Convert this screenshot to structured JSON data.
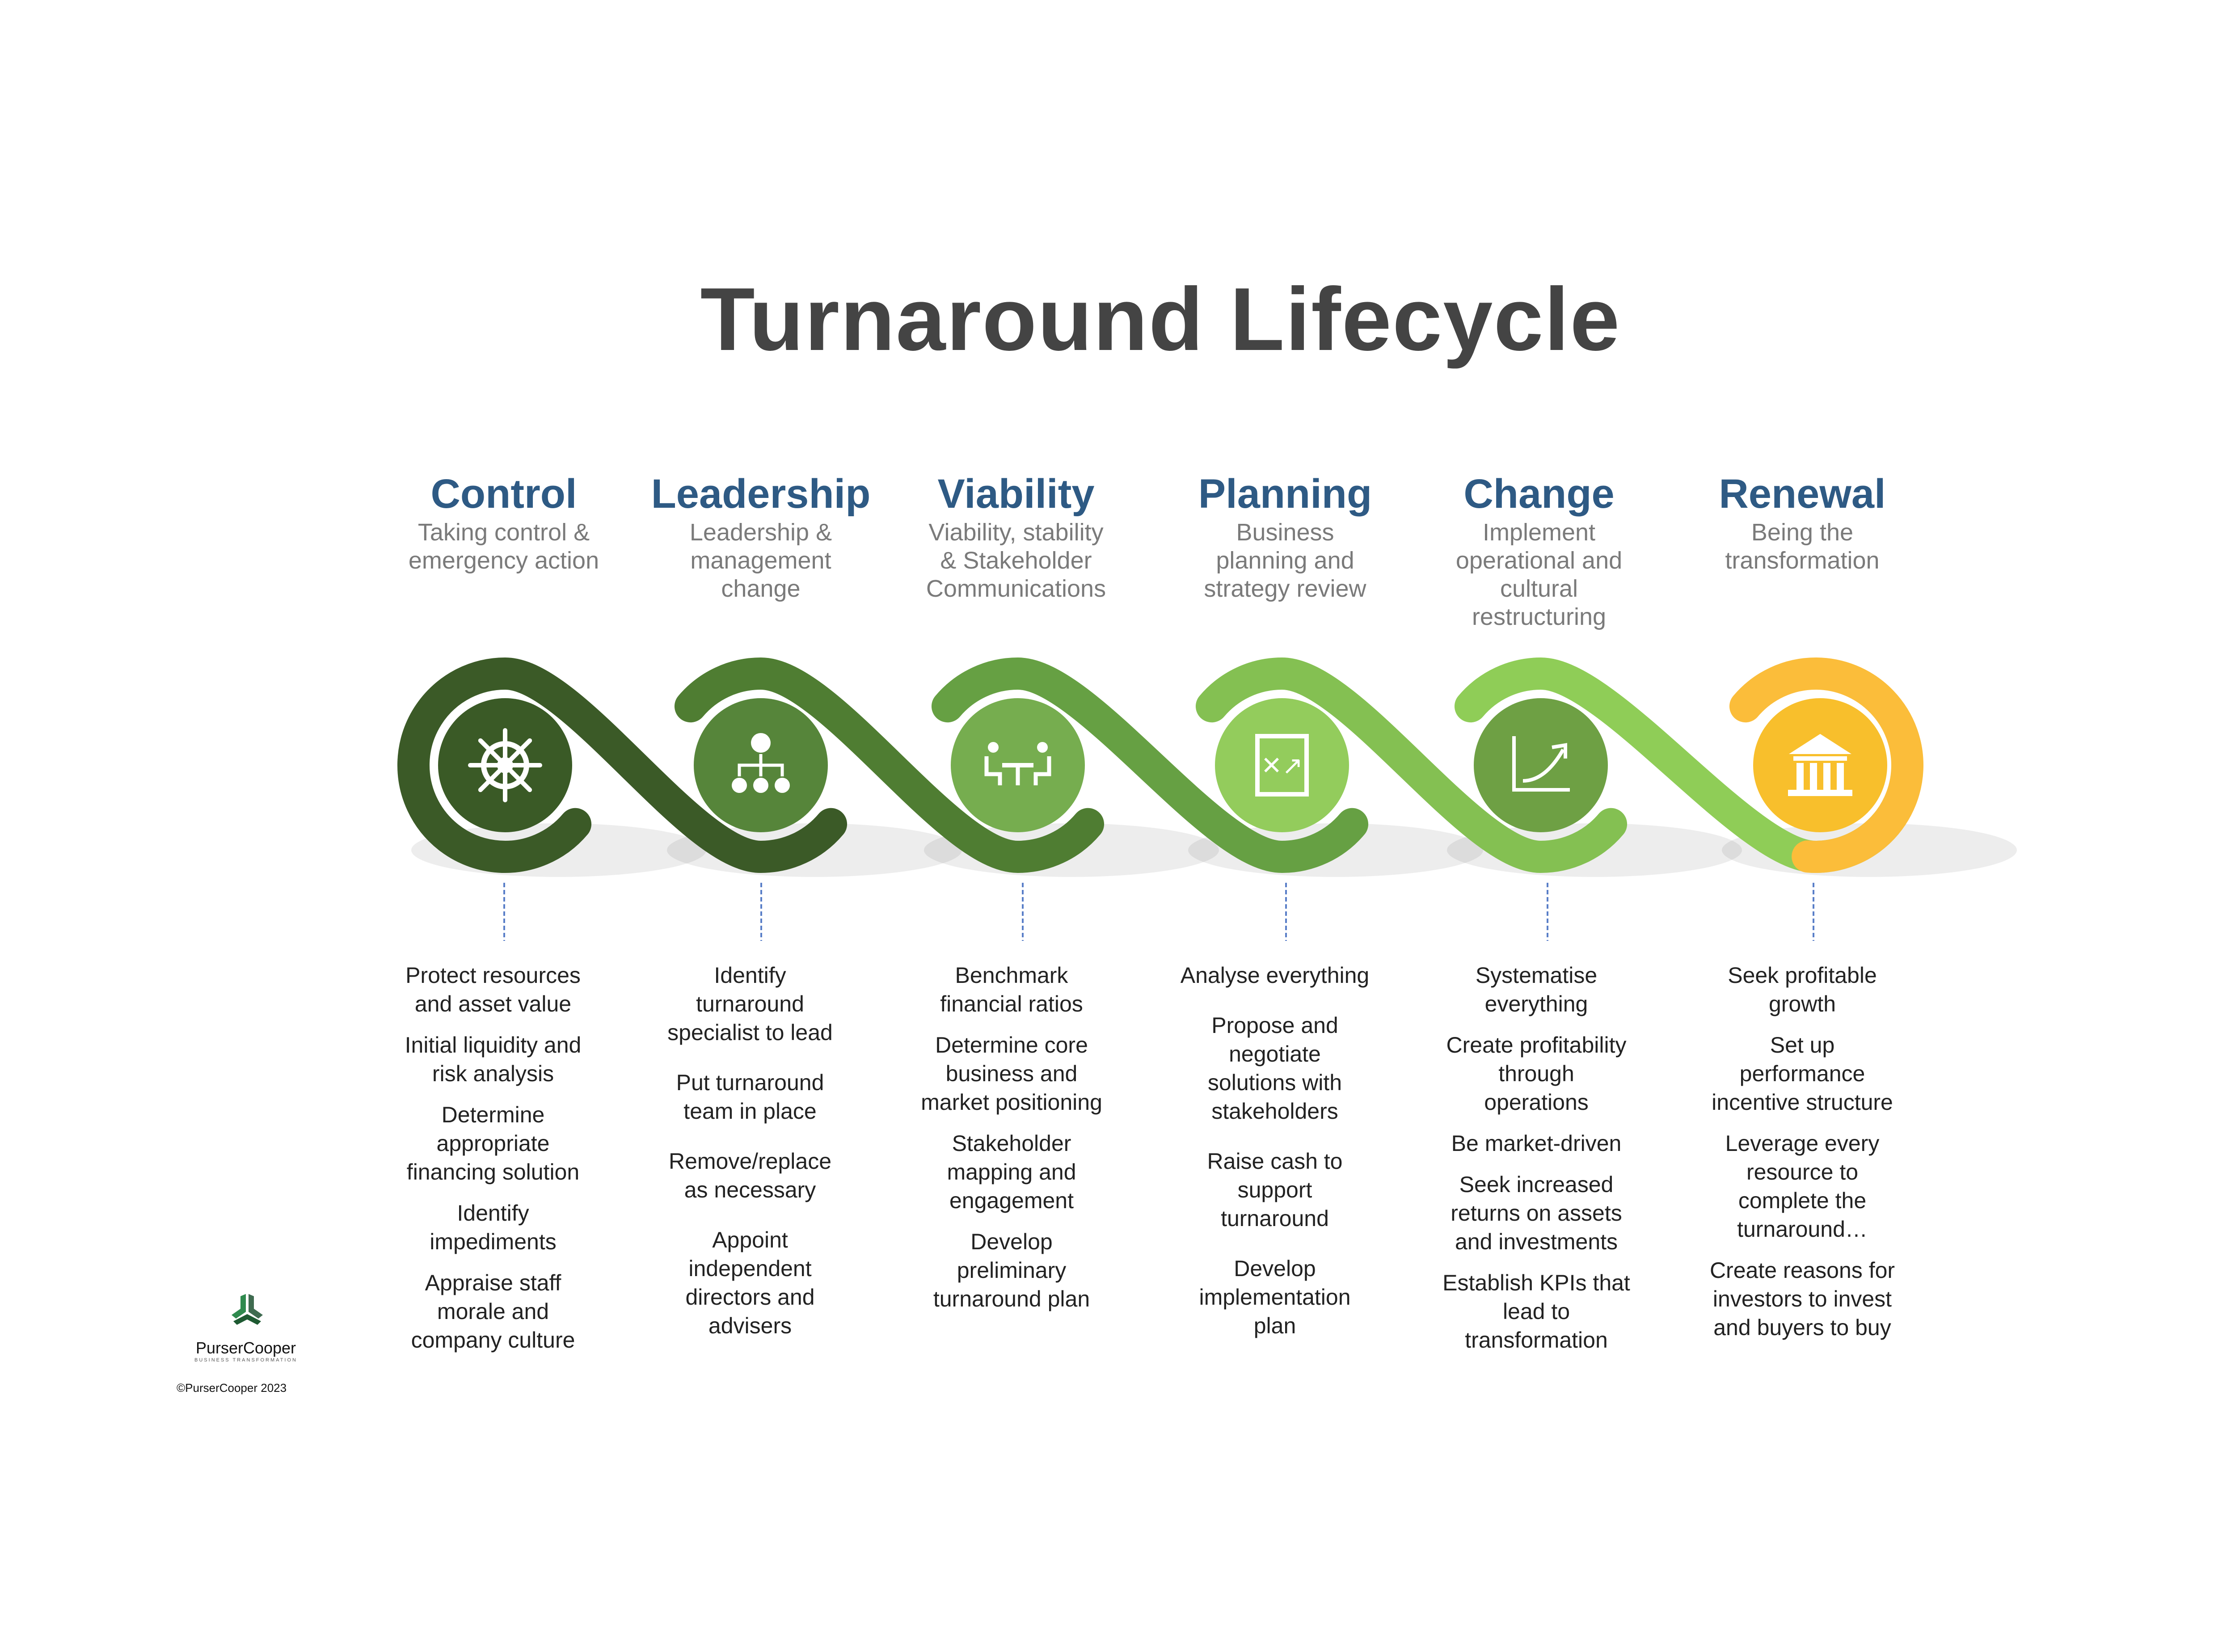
{
  "title": "Turnaround Lifecycle",
  "colors": {
    "heading": "#2e5a84",
    "ring": [
      "#3b5a27",
      "#4f7d32",
      "#66a043",
      "#84c052",
      "#8fcd57",
      "#fbbd3a"
    ],
    "circle": [
      "#3a5a26",
      "#56853a",
      "#76ad4f",
      "#93cc5c",
      "#6ea044",
      "#f8bf2c"
    ]
  },
  "stages": [
    {
      "name": "Control",
      "subtitle": "Taking control &\nemergency action",
      "icon": "ship-wheel-icon",
      "items": [
        "Protect resources\nand asset value",
        "Initial liquidity and\nrisk analysis",
        "Determine\nappropriate\nfinancing solution",
        "Identify\nimpediments",
        "Appraise staff\nmorale and\ncompany culture"
      ]
    },
    {
      "name": "Leadership",
      "subtitle": "Leadership &\nmanagement\nchange",
      "icon": "org-chart-icon",
      "items": [
        "Identify\nturnaround\nspecialist to lead",
        "Put turnaround\nteam in place",
        "Remove/replace\nas necessary",
        "Appoint\nindependent\ndirectors and\nadvisers"
      ]
    },
    {
      "name": "Viability",
      "subtitle": "Viability, stability\n& Stakeholder\nCommunications",
      "icon": "meeting-icon",
      "items": [
        "Benchmark\nfinancial ratios",
        "Determine core\nbusiness and\nmarket positioning",
        "Stakeholder\nmapping and\nengagement",
        "Develop\npreliminary\nturnaround plan"
      ]
    },
    {
      "name": "Planning",
      "subtitle": "Business\nplanning and\nstrategy review",
      "icon": "strategy-board-icon",
      "items": [
        "Analyse everything",
        "Propose and\nnegotiate\nsolutions with\nstakeholders",
        "Raise cash to\nsupport\nturnaround",
        "Develop\nimplementation\nplan"
      ]
    },
    {
      "name": "Change",
      "subtitle": "Implement\noperational and\ncultural\nrestructuring",
      "icon": "growth-chart-icon",
      "items": [
        "Systematise\neverything",
        "Create profitability\nthrough\noperations",
        "Be market-driven",
        "Seek increased\nreturns on assets\nand investments",
        "Establish KPIs that\nlead to\ntransformation"
      ]
    },
    {
      "name": "Renewal",
      "subtitle": "Being the\ntransformation",
      "icon": "bank-icon",
      "items": [
        "Seek profitable\ngrowth",
        "Set up\nperformance\nincentive structure",
        "Leverage every\nresource to\ncomplete the\nturnaround…",
        "Create reasons for\ninvestors to invest\nand buyers to buy"
      ]
    }
  ],
  "logo": {
    "name": "PurserCooper",
    "tagline": "BUSINESS TRANSFORMATION"
  },
  "copyright": "©PurserCooper 2023"
}
